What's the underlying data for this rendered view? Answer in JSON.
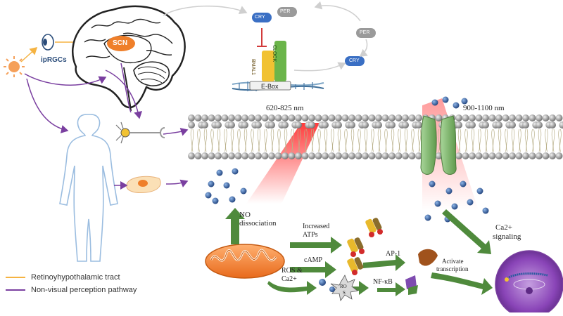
{
  "labels": {
    "ipRGCs": "ipRGCs",
    "scn": "SCN",
    "per_top": "PER",
    "cry_top": "CRY",
    "per_right": "PER",
    "cry_right": "CRY",
    "bmal1": "BMAL1",
    "clock": "CLOCK",
    "ebox": "E-Box",
    "wavelength_red": "620-825 nm",
    "wavelength_ir": "900-1100 nm",
    "no_dissociation_1": "NO",
    "no_dissociation_2": "dissociation",
    "increased_atps_1": "Increased",
    "increased_atps_2": "ATPs",
    "camp": "cAMP",
    "ap1": "AP-1",
    "ros_ca_1": "ROS &",
    "ros_ca_2": "Ca2+",
    "ros": "RO",
    "ros_s": "S",
    "nfkb": "NF-κB",
    "activate_1": "Activate",
    "activate_2": "transcription",
    "ca_signaling_1": "Ca2+",
    "ca_signaling_2": "signaling"
  },
  "legend": [
    {
      "label": "Retinoyhypothalamic tract",
      "color": "#f5b342"
    },
    {
      "label": "Non-visual perception pathway",
      "color": "#7a3fa0"
    }
  ],
  "colors": {
    "purple": "#7a3fa0",
    "orange": "#f5b342",
    "green": "#4f8a3c",
    "red": "#e33a3a",
    "cry": "#3a6fc4",
    "per": "#9a9a9a"
  }
}
